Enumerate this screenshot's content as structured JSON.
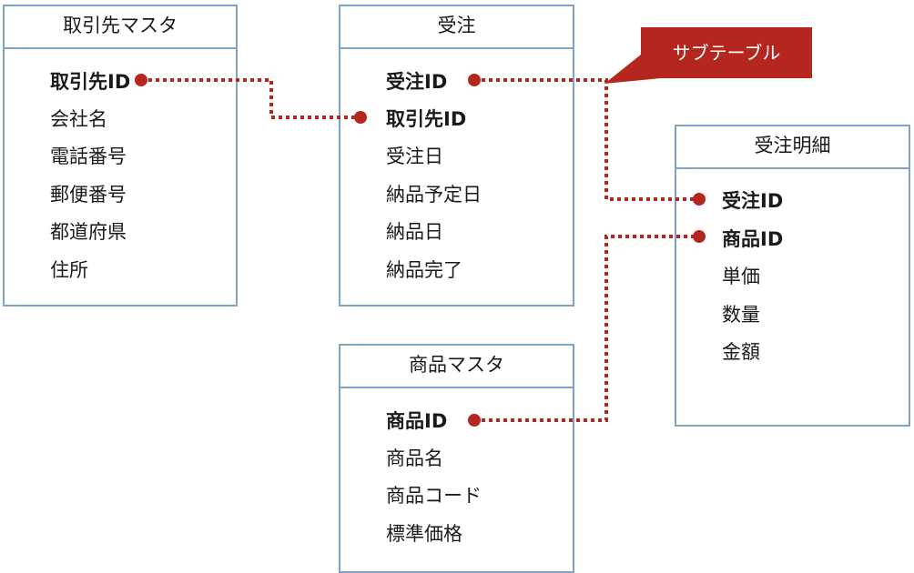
{
  "colors": {
    "border": "#7ea3c9",
    "connector": "#b5271e",
    "callout_bg": "#b5271e",
    "callout_text": "#ffffff"
  },
  "entities": {
    "torihikisaki": {
      "title": "取引先マスタ",
      "fields": [
        "取引先ID",
        "会社名",
        "電話番号",
        "郵便番号",
        "都道府県",
        "住所"
      ]
    },
    "juchu": {
      "title": "受注",
      "fields": [
        "受注ID",
        "取引先ID",
        "受注日",
        "納品予定日",
        "納品日",
        "納品完了"
      ]
    },
    "shohin": {
      "title": "商品マスタ",
      "fields": [
        "商品ID",
        "商品名",
        "商品コード",
        "標準価格"
      ]
    },
    "juchu_meisai": {
      "title": "受注明細",
      "fields": [
        "受注ID",
        "商品ID",
        "単価",
        "数量",
        "金額"
      ]
    }
  },
  "callout": {
    "text": "サブテーブル"
  }
}
